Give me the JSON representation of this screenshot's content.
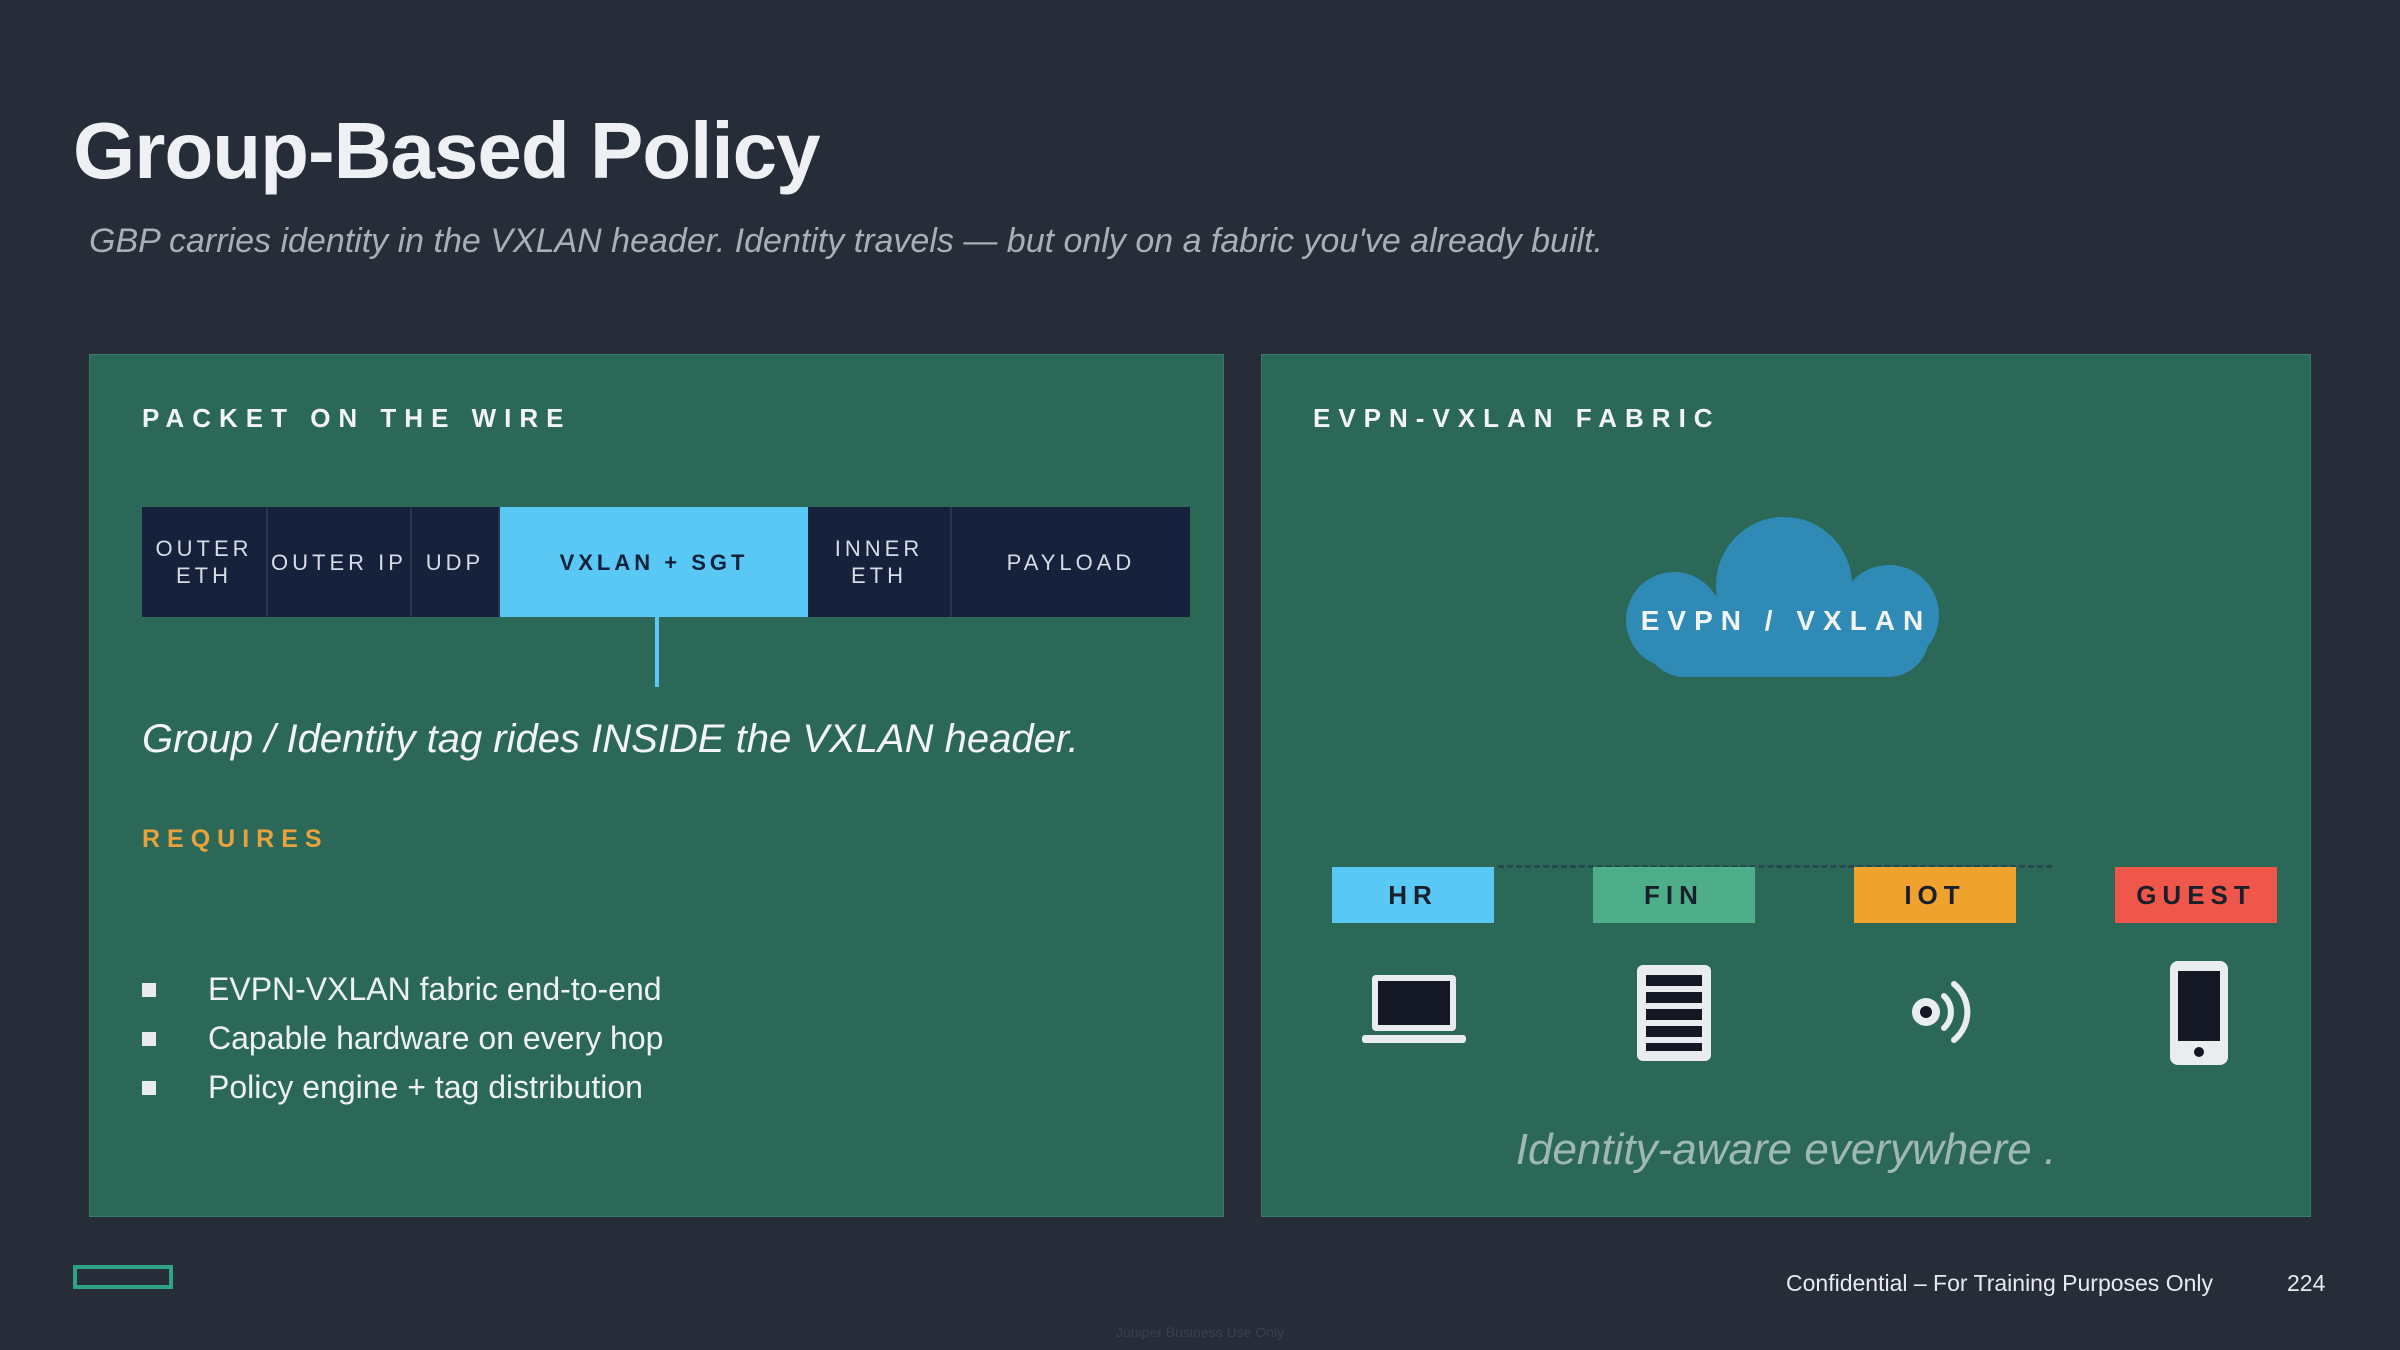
{
  "slide": {
    "title": "Group-Based Policy",
    "subtitle": "GBP carries identity in the VXLAN header. Identity travels — but only on a fabric you've already built."
  },
  "left_panel": {
    "heading": "PACKET ON THE WIRE",
    "segments": [
      {
        "label_line1": "OUTER",
        "label_line2": "ETH"
      },
      {
        "label_line1": "OUTER IP",
        "label_line2": ""
      },
      {
        "label_line1": "UDP",
        "label_line2": ""
      },
      {
        "label_line1": "VXLAN + SGT",
        "label_line2": ""
      },
      {
        "label_line1": "INNER",
        "label_line2": "ETH"
      },
      {
        "label_line1": "PAYLOAD",
        "label_line2": ""
      }
    ],
    "tagline": "Group / Identity tag rides INSIDE the VXLAN header.",
    "requires_label": "REQUIRES",
    "requirements": [
      "EVPN-VXLAN fabric end-to-end",
      "Capable hardware on every hop",
      "Policy engine + tag distribution"
    ]
  },
  "right_panel": {
    "heading": "EVPN-VXLAN FABRIC",
    "cloud_label": "EVPN / VXLAN",
    "groups": [
      {
        "label": "HR",
        "color": "#5ac8f5",
        "icon": "laptop-icon"
      },
      {
        "label": "FIN",
        "color": "#4fae8a",
        "icon": "server-icon"
      },
      {
        "label": "IOT",
        "color": "#f0a22e",
        "icon": "iot-signal-icon"
      },
      {
        "label": "GUEST",
        "color": "#f0574b",
        "icon": "smartphone-icon"
      }
    ],
    "tagline": "Identity-aware everywhere ."
  },
  "footer": {
    "confidential": "Confidential – For Training Purposes Only",
    "page_number": "224",
    "watermark": "Juniper Business Use Only"
  },
  "colors": {
    "background": "#272c39",
    "panel": "#2c6858",
    "highlight": "#5ac8f5",
    "accent_orange": "#e8a23c",
    "footer_accent": "#2ea384"
  }
}
